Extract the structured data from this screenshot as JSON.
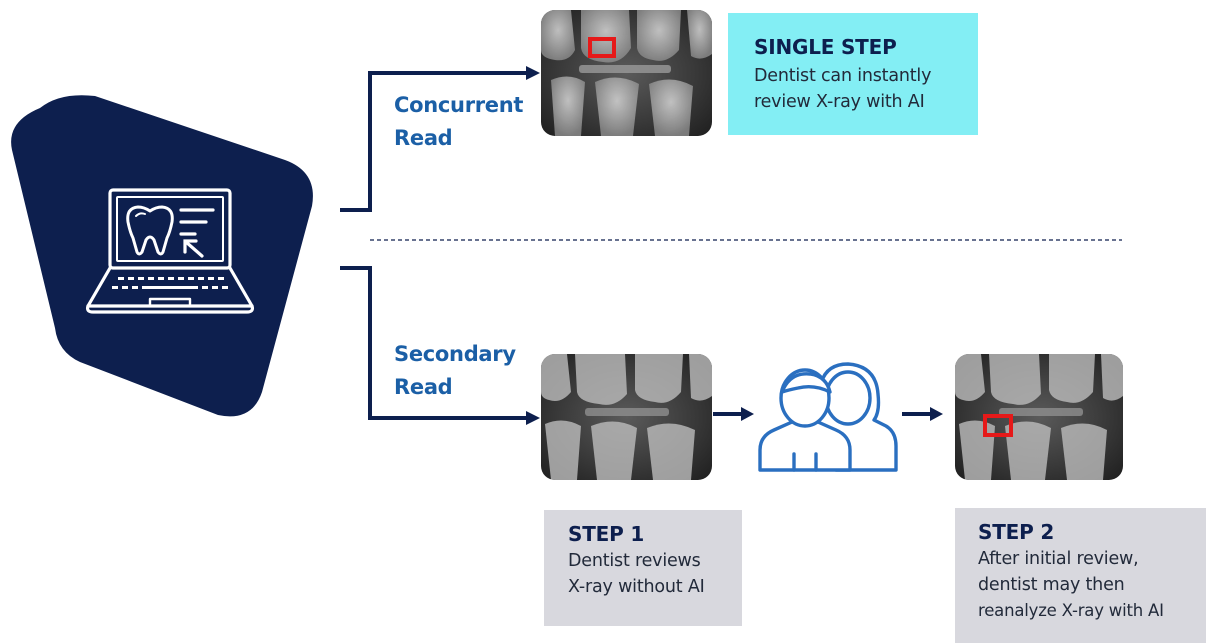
{
  "branches": {
    "concurrent": {
      "label_line1": "Concurrent",
      "label_line2": "Read"
    },
    "secondary": {
      "label_line1": "Secondary",
      "label_line2": "Read"
    }
  },
  "single_step": {
    "title": "SINGLE STEP",
    "line1": "Dentist can instantly",
    "line2": "review X-ray with AI",
    "bg_color": "#83eef4"
  },
  "step1": {
    "title": "STEP 1",
    "line1": "Dentist reviews",
    "line2": "X-ray without AI",
    "bg_color": "#d8d8de"
  },
  "step2": {
    "title": "STEP 2",
    "line1": "After initial review,",
    "line2": "dentist may then",
    "line3": "reanalyze X-ray with AI",
    "bg_color": "#d8d8de"
  },
  "colors": {
    "navy": "#0d1f4e",
    "label_blue": "#1b5fa6",
    "icon_blue": "#2a6fc0",
    "highlight_red": "#e61919"
  },
  "icons": {
    "laptop": "laptop-tooth-icon",
    "people": "two-people-icon"
  }
}
